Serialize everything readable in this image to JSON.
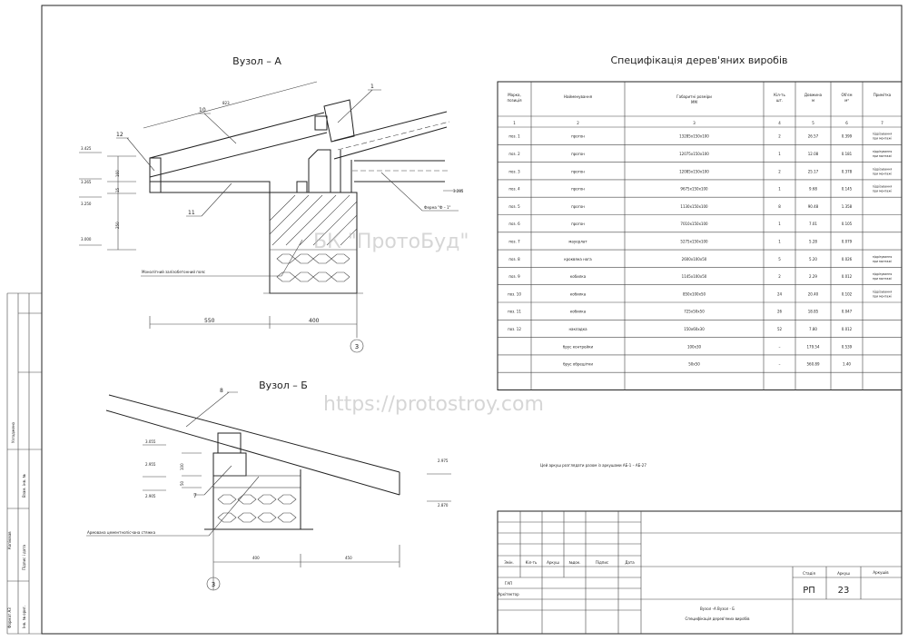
{
  "node_a": {
    "title": "Вузол – А",
    "dim_top": "823",
    "labels": {
      "p1": "1",
      "p10": "10",
      "p11": "11",
      "p12": "12"
    },
    "levels": [
      "3.425",
      "3.265",
      "3.250",
      "3.000",
      "3.285"
    ],
    "vdims": [
      "160",
      "15",
      "250"
    ],
    "hdims": [
      "550",
      "400"
    ],
    "truss_label": "Ферма \"Ф – 1\"",
    "belt_label": "Монолітний залізобетонний пояс",
    "axis": "3"
  },
  "node_b": {
    "title": "Вузол – Б",
    "labels": {
      "p8": "8",
      "p7": "7"
    },
    "levels": [
      "3.055",
      "2.955",
      "2.905",
      "2.975",
      "2.870"
    ],
    "vdims": [
      "100",
      "50"
    ],
    "hdims": [
      "400",
      "450"
    ],
    "screed_label": "Армована цементнопісчана стяжка",
    "axis": "3"
  },
  "watermarks": [
    "БК \"ПротоБуд\"",
    "https://protostroy.com"
  ],
  "spec": {
    "title": "Специфікація дерев'яних виробів",
    "headers": [
      "Марка, позиція",
      "Найменування",
      "Габаритні розміри ММ",
      "Кіл-ть шт.",
      "Довжина м",
      "Об'єм м³",
      "Примітка"
    ],
    "col_numbers": [
      "1",
      "2",
      "3",
      "4",
      "5",
      "6",
      "7"
    ],
    "rows": [
      [
        "поз. 1",
        "прогон",
        "13285x150x100",
        "2",
        "26.57",
        "0.399",
        "підрізування при монтажі"
      ],
      [
        "поз. 2",
        "прогон",
        "12075x150x100",
        "1",
        "12.08",
        "0.181",
        "підрізування при монтажі"
      ],
      [
        "поз. 3",
        "прогон",
        "12085x150x100",
        "2",
        "25.17",
        "0.378",
        "підрізування при монтажі"
      ],
      [
        "поз. 4",
        "прогон",
        "9675x150x100",
        "1",
        "9.68",
        "0.145",
        "підрізування при монтажі"
      ],
      [
        "поз. 5",
        "прогон",
        "1130x150x100",
        "8",
        "90.48",
        "1.358",
        ""
      ],
      [
        "поз. 6",
        "прогон",
        "7010x150x100",
        "1",
        "7.01",
        "0.105",
        ""
      ],
      [
        "поз. 7",
        "мауерлат",
        "5275x150x100",
        "1",
        "5.28",
        "0.079",
        ""
      ],
      [
        "поз. 8",
        "кроквяна нога",
        "2600x100x50",
        "5",
        "5.20",
        "0.026",
        "підрізування при монтажі"
      ],
      [
        "поз. 9",
        "кобилка",
        "1145x100x50",
        "2",
        "2.29",
        "0.012",
        "підрізування при монтажі"
      ],
      [
        "поз. 10",
        "кобилка",
        "850x100x50",
        "24",
        "20.40",
        "0.102",
        "підрізування при монтажі"
      ],
      [
        "поз. 11",
        "кобилка",
        "725x50x50",
        "26",
        "18.85",
        "0.047",
        ""
      ],
      [
        "поз. 12",
        "накладка",
        "150x60x30",
        "52",
        "7.80",
        "0.012",
        ""
      ],
      [
        "",
        "брус контрейки",
        "100x30",
        "–",
        "179.54",
        "0.539",
        ""
      ],
      [
        "",
        "брус обрешітки",
        "50x50",
        "–",
        "560.89",
        "1.40",
        ""
      ],
      [
        "",
        "",
        "",
        "",
        "",
        "",
        ""
      ]
    ]
  },
  "note": "Цей аркуш розглядати разом із аркушами АБ-1 – АБ-27",
  "title_block": {
    "cols": [
      "Змін.",
      "Кіл-ть",
      "Аркуш",
      "№док.",
      "Підпис",
      "Дата"
    ],
    "roles": [
      "ГАП",
      "Архітектор"
    ],
    "stage_label": "Стадія",
    "sheet_label": "Аркуш",
    "sheets_label": "Аркушів",
    "stage": "РП",
    "sheet": "23",
    "drawing_title_1": "Вузол -А  Вузол - Б",
    "drawing_title_2": "Специфікація дерев'яних виробів"
  },
  "side_strip": {
    "agreed": "Узгоджено",
    "inv_replace": "Взам. інв. №",
    "sign_date": "Підпис і дата",
    "inv_orig": "Інв. № ориг.",
    "copied": "Копіював",
    "format": "Формат  А3"
  }
}
